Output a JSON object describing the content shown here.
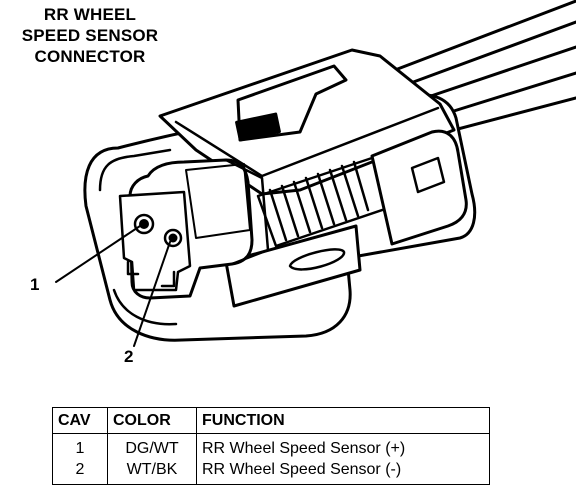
{
  "title": {
    "lines": [
      "RR WHEEL",
      "SPEED SENSOR",
      "CONNECTOR"
    ]
  },
  "callouts": {
    "pin_1": "1",
    "pin_2": "2"
  },
  "table": {
    "headers": {
      "cav": "CAV",
      "color": "COLOR",
      "function": "FUNCTION"
    },
    "rows": [
      {
        "cav": "1",
        "color": "DG/WT",
        "function": "RR Wheel Speed Sensor (+)"
      },
      {
        "cav": "2",
        "color": "WT/BK",
        "function": "RR Wheel Speed Sensor (-)"
      }
    ]
  }
}
